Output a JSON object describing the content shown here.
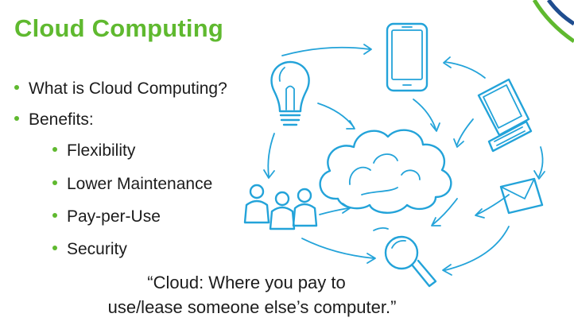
{
  "slide": {
    "title": "Cloud Computing",
    "bullets": [
      {
        "text": "What is Cloud Computing?",
        "level": 1
      },
      {
        "text": "Benefits:",
        "level": 1
      },
      {
        "text": "Flexibility",
        "level": 2
      },
      {
        "text": "Lower Maintenance",
        "level": 2
      },
      {
        "text": "Pay-per-Use",
        "level": 2
      },
      {
        "text": "Security",
        "level": 2
      }
    ],
    "quote_line1": "“Cloud: Where you pay to",
    "quote_line2": "use/lease someone else’s computer.”"
  },
  "illustration": {
    "icons": [
      "lightbulb-icon",
      "smartphone-icon",
      "laptop-icon",
      "envelope-icon",
      "magnifier-icon",
      "people-icon",
      "cloud-icon"
    ],
    "colors": {
      "accent": "#5fb92f",
      "diagram": "#23a3d9",
      "corner": "#1f4d8f"
    }
  }
}
